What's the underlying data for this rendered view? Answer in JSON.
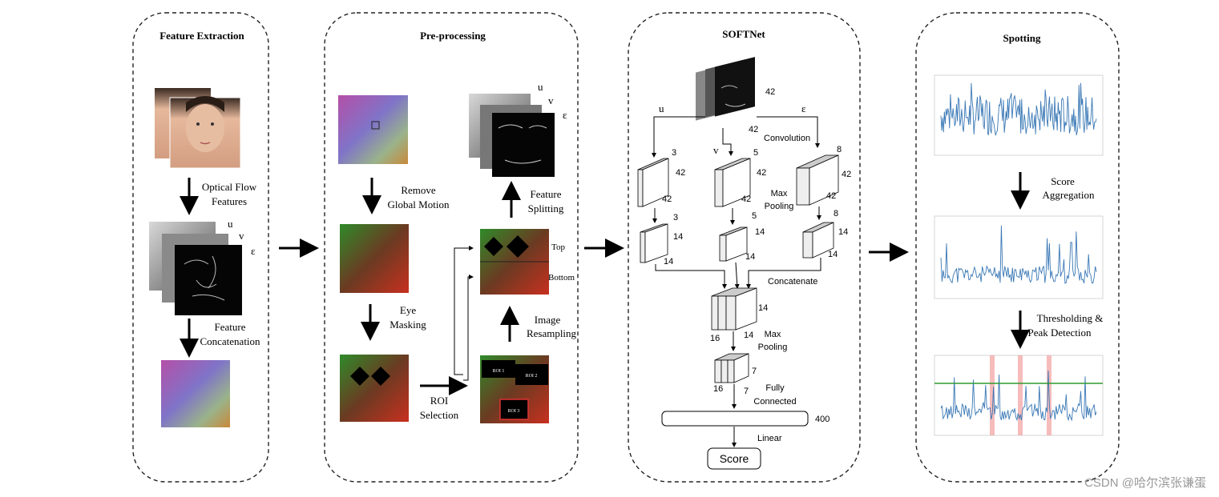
{
  "panels": {
    "feature_extraction": {
      "title": "Feature Extraction",
      "step1": [
        "Optical Flow",
        "Features"
      ],
      "step2": [
        "Feature",
        "Concatenation"
      ],
      "stack_labels": [
        "u",
        "v",
        "ε"
      ]
    },
    "preprocessing": {
      "title": "Pre-processing",
      "remove": [
        "Remove",
        "Global Motion"
      ],
      "eye": [
        "Eye",
        "Masking"
      ],
      "roi": [
        "ROI",
        "Selection"
      ],
      "resample": [
        "Image",
        "Resampling"
      ],
      "split": [
        "Feature",
        "Splitting"
      ],
      "top": "Top",
      "bottom": "Bottom",
      "roi1": "ROI 1",
      "roi2": "ROI 2",
      "roi3": "ROI 3",
      "stack_labels": [
        "u",
        "v",
        "ε"
      ]
    },
    "softnet": {
      "title": "SOFTNet",
      "branch_u": "u",
      "branch_v": "v",
      "branch_e": "ε",
      "input_dim_a": "42",
      "input_dim_b": "42",
      "convolution": "Convolution",
      "max_pooling": [
        "Max",
        "Pooling"
      ],
      "concatenate": "Concatenate",
      "max_pooling2": [
        "Max",
        "Pooling"
      ],
      "fully_connected": [
        "Fully",
        "Connected"
      ],
      "linear": "Linear",
      "score": "Score",
      "fc_size": "400",
      "conv": {
        "u": {
          "depth": "3",
          "w": "42",
          "h": "42"
        },
        "v": {
          "depth": "5",
          "w": "42",
          "h": "42"
        },
        "e": {
          "depth": "8",
          "w": "42",
          "h": "42"
        }
      },
      "pool": {
        "u": {
          "depth": "3",
          "w": "14",
          "h": "14"
        },
        "v": {
          "depth": "5",
          "w": "14",
          "h": "14"
        },
        "e": {
          "depth": "8",
          "w": "14",
          "h": "14"
        }
      },
      "concat": {
        "depth": "16",
        "w": "14",
        "h": "14"
      },
      "pool2": {
        "depth": "16",
        "w": "7",
        "h": "7"
      }
    },
    "spotting": {
      "title": "Spotting",
      "score_agg": [
        "Score",
        "Aggregation"
      ],
      "threshold": [
        "Thresholding &",
        "Peak Detection"
      ]
    }
  },
  "watermark": "CSDN @哈尔滨张谦蛋",
  "colors": {
    "panel_border": "#222222",
    "plot_line": "#3a78b5",
    "threshold_line": "#2e9c2e",
    "peak_band": "#f2a0a0"
  }
}
